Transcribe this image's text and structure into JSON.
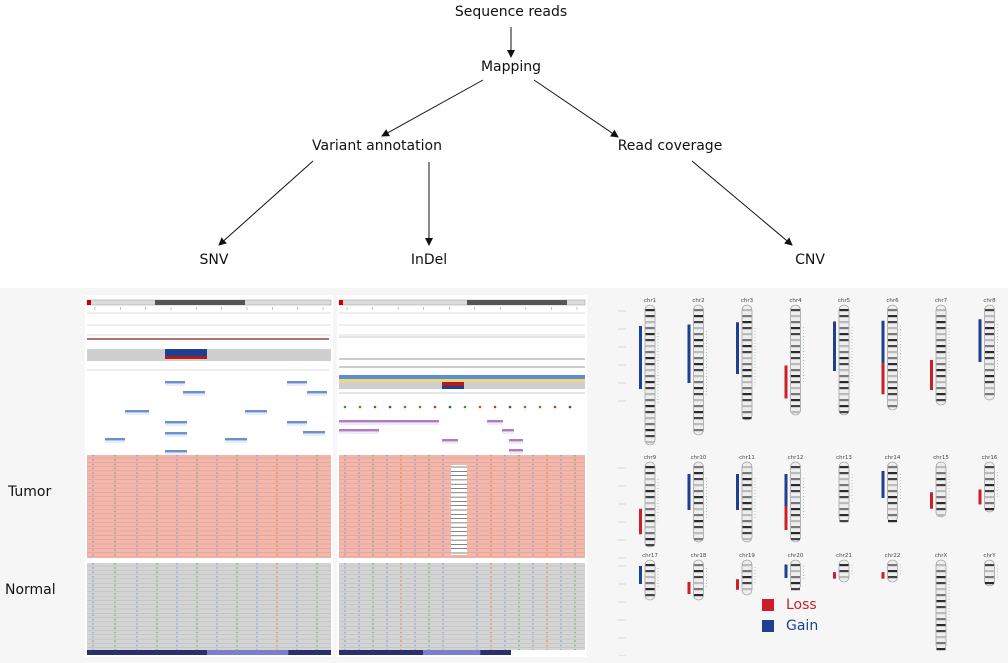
{
  "flow": {
    "sequence_reads": "Sequence reads",
    "mapping": "Mapping",
    "variant_annotation": "Variant annotation",
    "read_coverage": "Read coverage",
    "snv": "SNV",
    "indel": "InDel",
    "cnv": "CNV"
  },
  "rows": {
    "tumor": "Tumor",
    "normal": "Normal"
  },
  "legend": [
    {
      "label": "Loss",
      "color": "#cc1f2a"
    },
    {
      "label": "Gain",
      "color": "#1f3f8f"
    }
  ],
  "karyotype": {
    "row1": [
      "chr1",
      "chr2",
      "chr3",
      "chr4",
      "chr5",
      "chr6",
      "chr7",
      "chr8"
    ],
    "row2": [
      "chr9",
      "chr10",
      "chr11",
      "chr12",
      "chr13",
      "chr14",
      "chr15",
      "chr16"
    ],
    "row3": [
      "chr17",
      "chr18",
      "chr19",
      "chr20",
      "chr21",
      "chr22",
      "chrX",
      "chrY"
    ]
  }
}
